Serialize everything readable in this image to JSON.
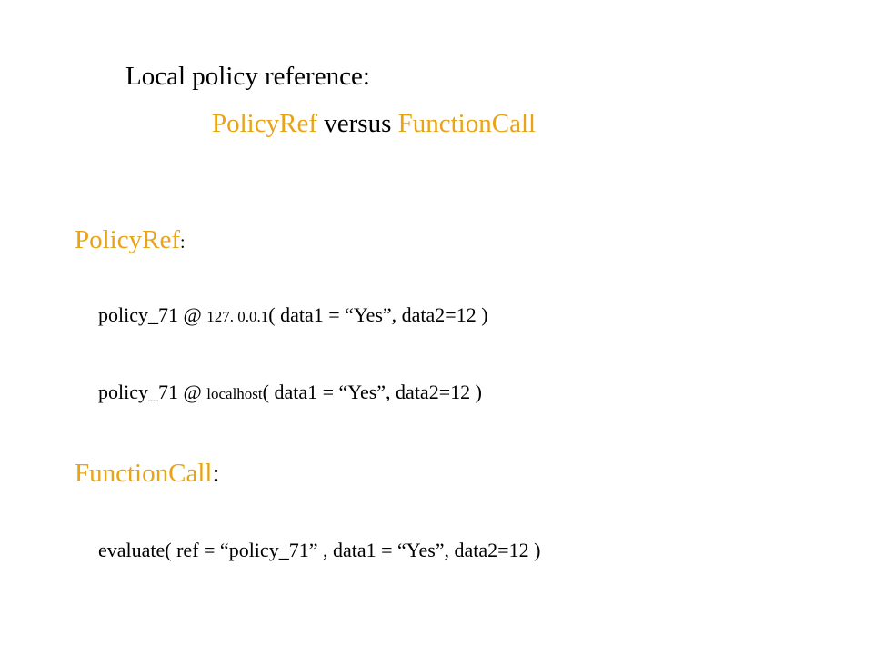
{
  "slide": {
    "heading": "Local policy reference:",
    "subheading": {
      "term1": "PolicyRef",
      "connector": "versus",
      "term2": "FunctionCall"
    },
    "policyref_section": {
      "label": "PolicyRef",
      "colon": ":",
      "examples": [
        {
          "prefix": "policy_71 @",
          "host": "127. 0.0.1",
          "args": "( data1 = “Yes”, data2=12 )"
        },
        {
          "prefix": "policy_71 @",
          "host": "localhost",
          "args": "( data1 = “Yes”, data2=12 )"
        }
      ]
    },
    "functioncall_section": {
      "label": "FunctionCall",
      "colon": ":",
      "example": "evaluate( ref = “policy_71” , data1 = “Yes”, data2=12 )"
    },
    "colors": {
      "accent": "#E8A317",
      "text": "#000000",
      "background": "#ffffff"
    }
  }
}
